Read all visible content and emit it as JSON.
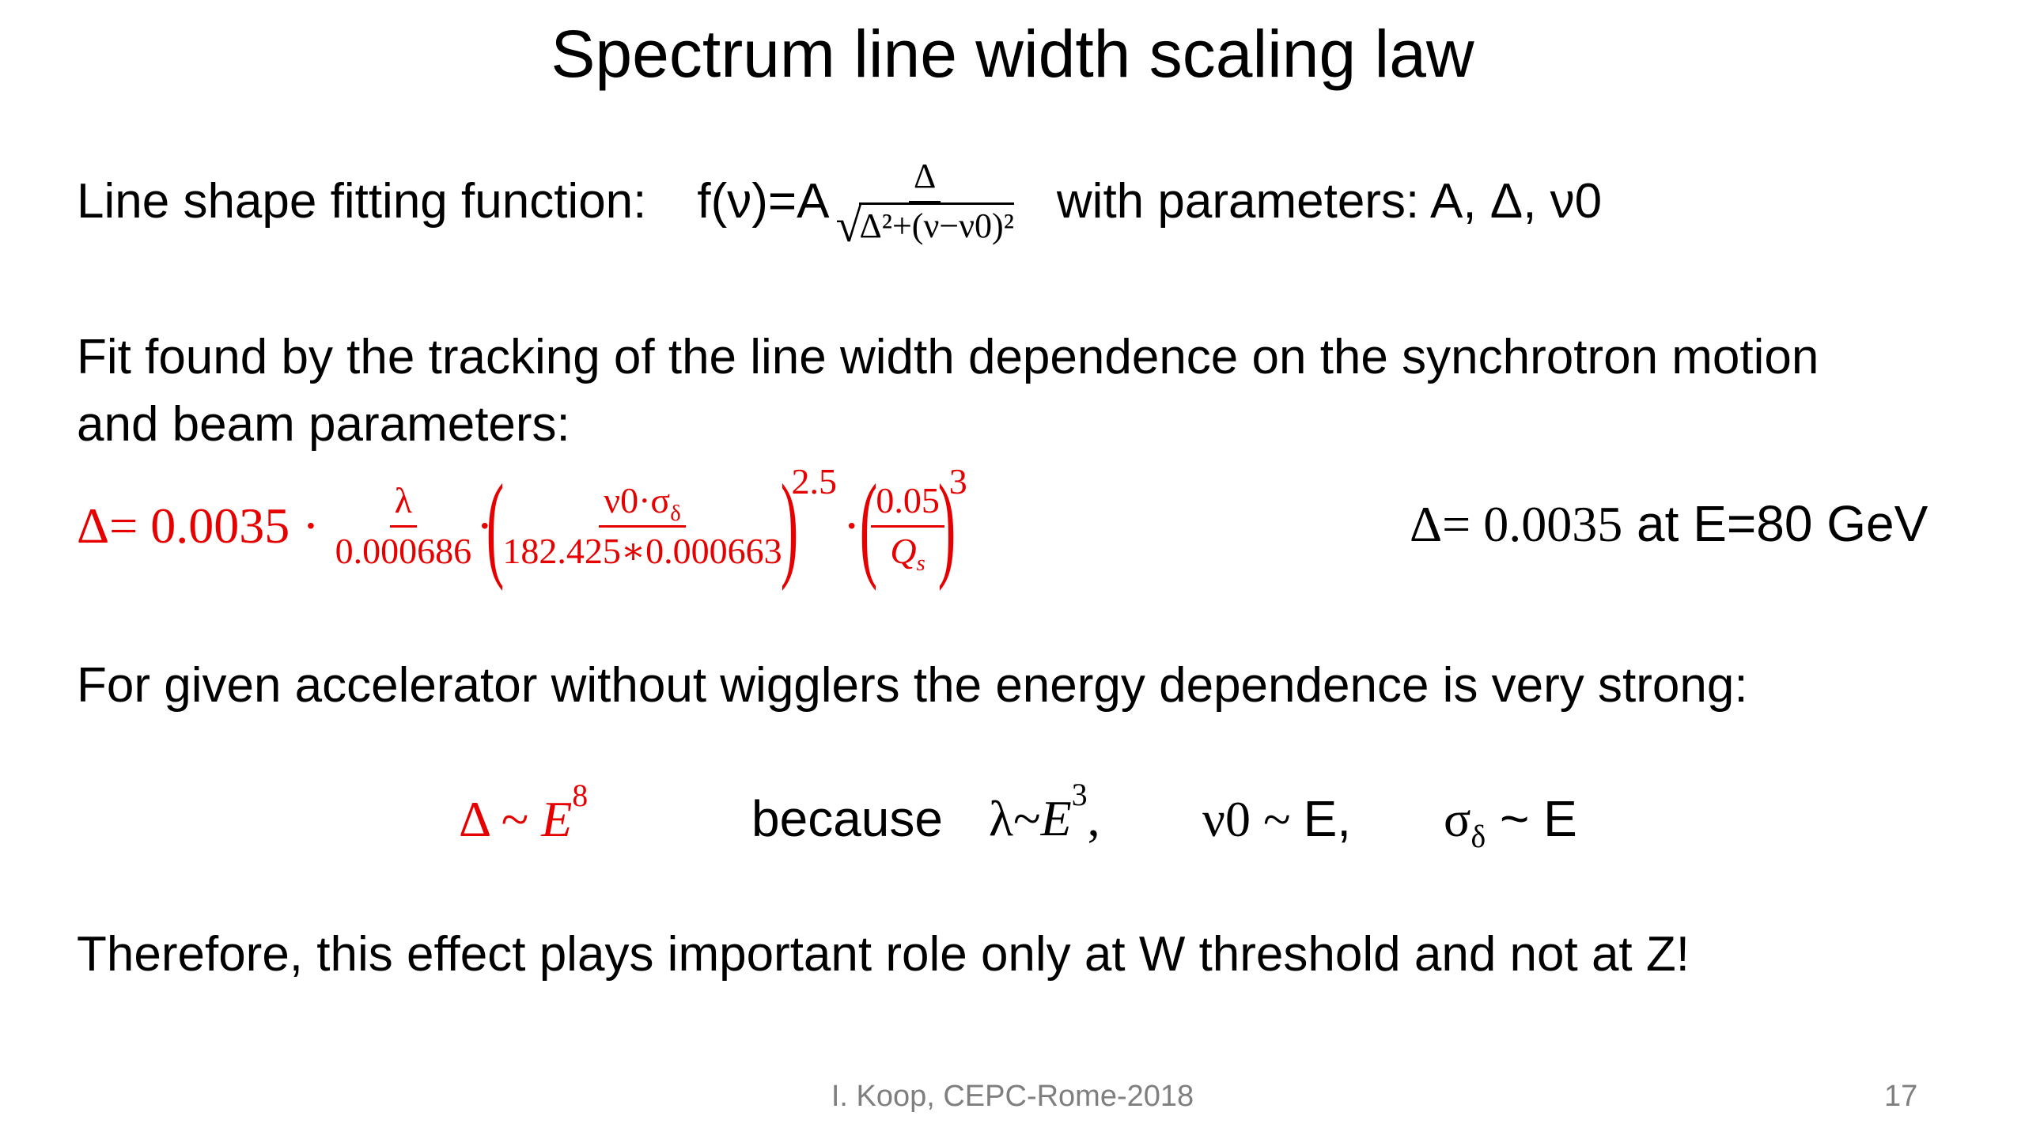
{
  "slide": {
    "title": "Spectrum line width scaling law",
    "line1": {
      "label": "Line shape fitting function:",
      "lhs": "f(ν)=A",
      "numerator": "Δ",
      "sqrt_symbol": "√",
      "denominator": "Δ²+(ν−ν0)²",
      "params": "with parameters: A, Δ, ν0"
    },
    "paragraph1": {
      "line_a": "Fit found by the tracking of the line width dependence on the synchrotron motion",
      "line_b": "and beam parameters:"
    },
    "formula2": {
      "lhs": "Δ= 0.0035 ·",
      "f1_num": "λ",
      "f1_den": "0.000686",
      "dot": "·",
      "f2_num": "ν0·σ",
      "f2_num_sub": "δ",
      "f2_den": "182.425∗0.000663",
      "exp1": "2.5",
      "f3_num": "0.05",
      "f3_den": "Q",
      "f3_den_sub": "s",
      "exp2": "3",
      "open_paren": "(",
      "close_paren": ")",
      "right_value": "Δ= 0.0035",
      "right_text": " at E=80 GeV"
    },
    "paragraph2": "For given accelerator without wigglers the energy dependence is very strong:",
    "scaling": {
      "lhs": "Δ ~ ",
      "lhs_var": "E",
      "lhs_exp": "8",
      "because": "because",
      "t1": "λ~",
      "t1_var": "E",
      "t1_exp": "3",
      "t1_comma": ",",
      "t2": "ν0 ~ ",
      "t2_tail": "E,",
      "t3_sym": "σ",
      "t3_sub": "δ",
      "t3_tail": " ~ E"
    },
    "conclusion": "Therefore, this effect plays important role only at W threshold and not at Z!",
    "footer": "I. Koop, CEPC-Rome-2018",
    "page_number": "17"
  },
  "colors": {
    "accent_red": "#e60000",
    "footer_gray": "#7f7f7f"
  }
}
